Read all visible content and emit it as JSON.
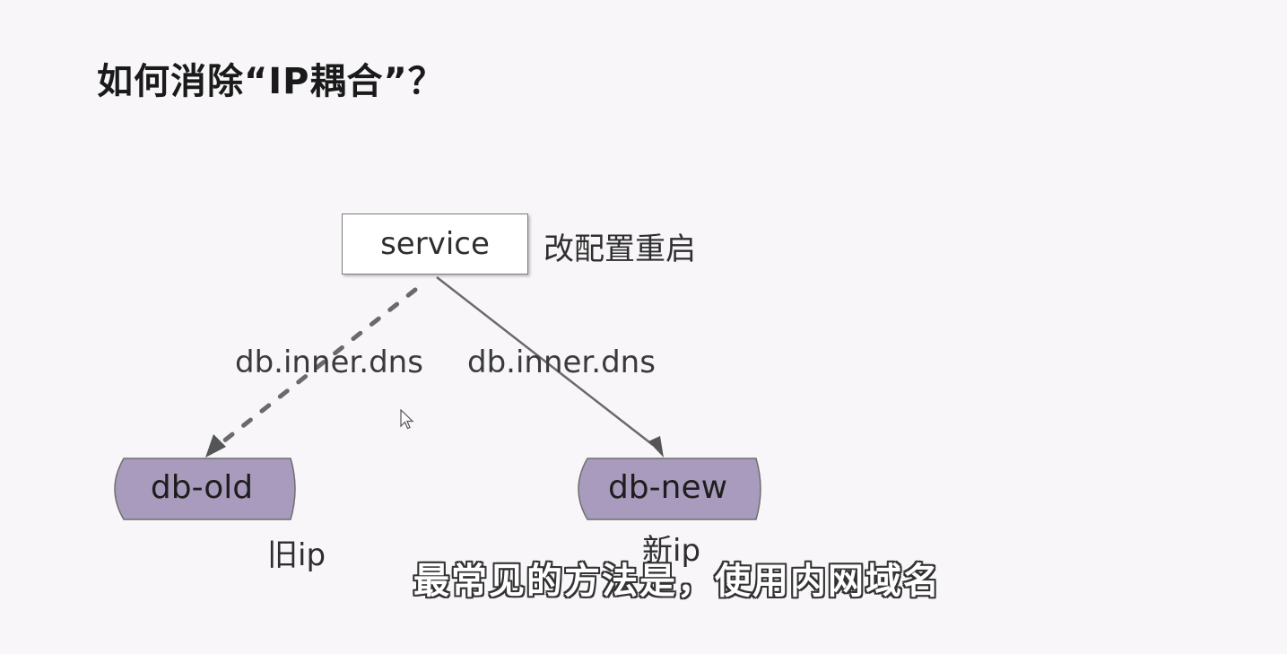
{
  "title": "如何消除“IP耦合”？",
  "diagram": {
    "service": {
      "label": "service",
      "note": "改配置重启"
    },
    "edges": {
      "old_label": "db.inner.dns",
      "new_label": "db.inner.dns"
    },
    "db_old": {
      "label": "db-old",
      "note": "旧ip"
    },
    "db_new": {
      "label": "db-new",
      "note": "新ip"
    }
  },
  "subtitle": "最常见的方法是，使用内网域名",
  "colors": {
    "db_fill": "#a89bbd",
    "db_stroke": "#6e6e6e",
    "line": "#6a6a6a",
    "background": "#f8f6f9"
  }
}
